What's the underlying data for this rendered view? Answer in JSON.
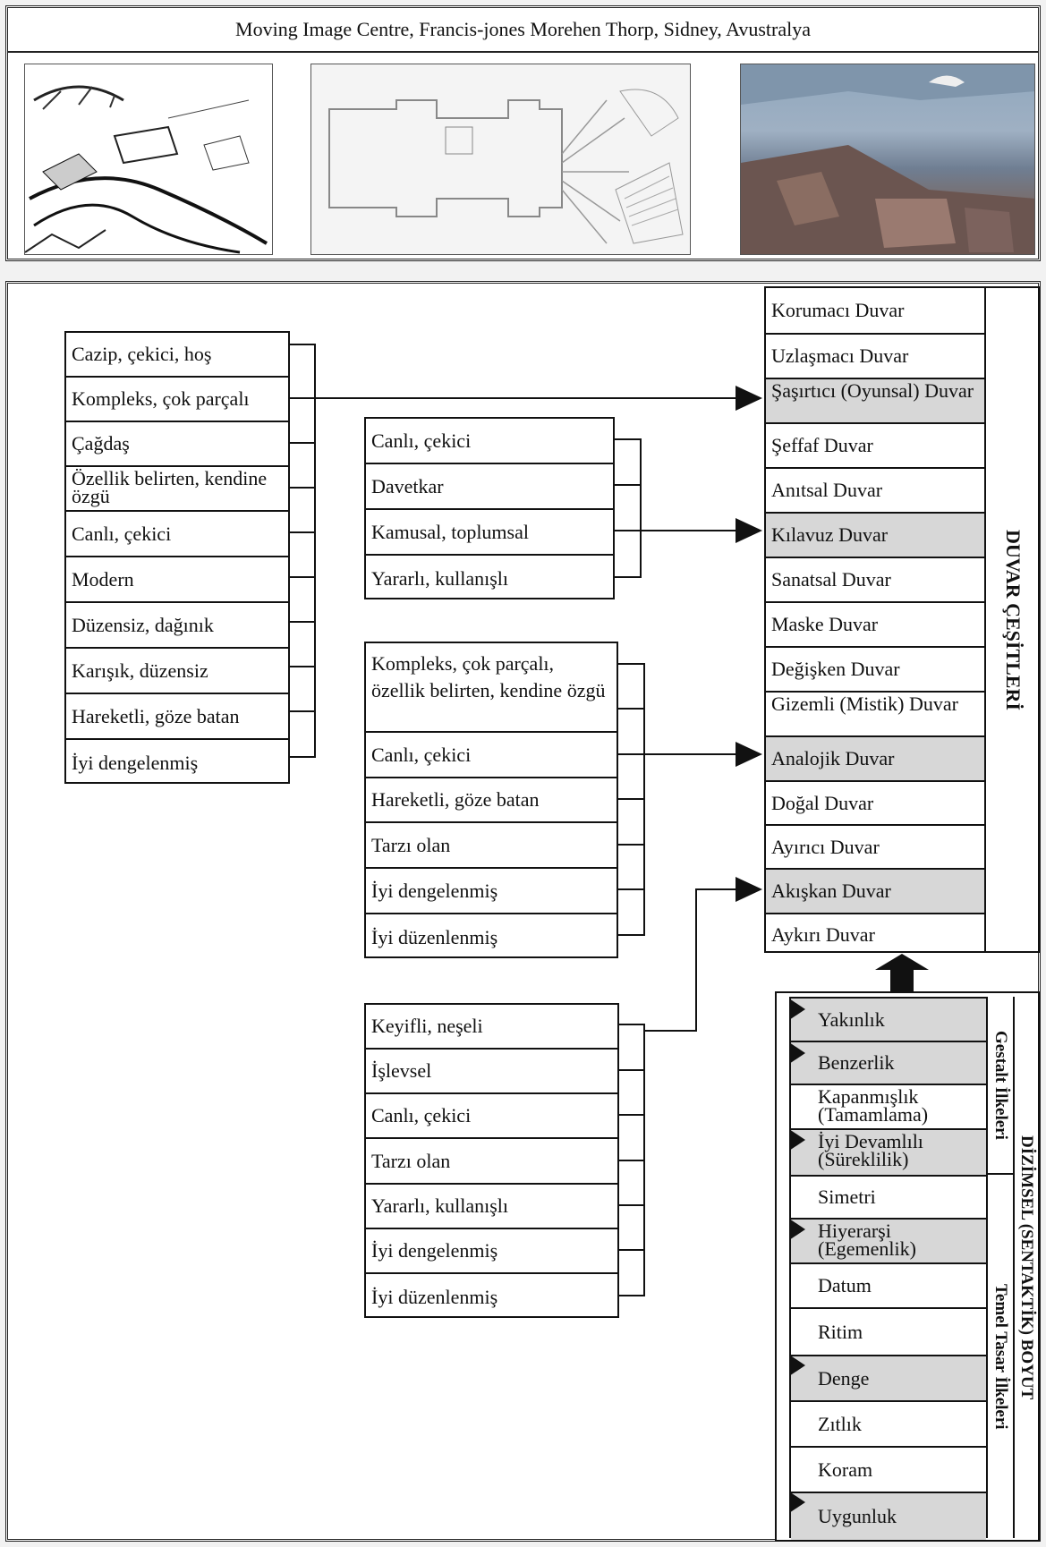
{
  "title": "Moving Image Centre, Francis-jones Morehen Thorp, Sidney, Avustralya",
  "groups": {
    "g1": [
      "Cazip, çekici, hoş",
      "Kompleks, çok parçalı",
      "Çağdaş",
      "Özellik belirten, kendine özgü",
      "Canlı, çekici",
      "Modern",
      "Düzensiz, dağınık",
      "Karışık, düzensiz",
      "Hareketli, göze batan",
      "İyi dengelenmiş"
    ],
    "g2": [
      "Canlı, çekici",
      "Davetkar",
      "Kamusal, toplumsal",
      "Yararlı, kullanışlı"
    ],
    "g3": [
      "Kompleks, çok parçalı, özellik belirten, kendine özgü",
      "Canlı, çekici",
      "Hareketli, göze batan",
      "Tarzı olan",
      "İyi dengelenmiş",
      "İyi düzenlenmiş"
    ],
    "g4": [
      "Keyifli, neşeli",
      "İşlevsel",
      "Canlı, çekici",
      "Tarzı olan",
      "Yararlı, kullanışlı",
      "İyi dengelenmiş",
      "İyi düzenlenmiş"
    ]
  },
  "wall_types": {
    "heading": "DUVAR ÇEŞİTLERİ",
    "items": [
      "Korumacı Duvar",
      "Uzlaşmacı Duvar",
      "Şaşırtıcı (Oyunsal) Duvar",
      "Şeffaf Duvar",
      "Anıtsal Duvar",
      "Kılavuz Duvar",
      "Sanatsal Duvar",
      "Maske Duvar",
      "Değişken Duvar",
      "Gizemli (Mistik) Duvar",
      "Analojik Duvar",
      "Doğal Duvar",
      "Ayırıcı Duvar",
      "Akışkan Duvar",
      "Aykırı Duvar"
    ],
    "highlighted": [
      2,
      5,
      10,
      13
    ]
  },
  "principles": {
    "outer_heading": "DİZİMSEL (SENTAKTİK) BOYUT",
    "gestalt_heading": "Gestalt İlkeleri",
    "design_heading": "Temel Tasar İlkeleri",
    "gestalt": [
      "Yakınlık",
      "Benzerlik",
      "Kapanmışlık (Tamamlama)",
      "İyi Devamlılı (Süreklilik)"
    ],
    "design": [
      "Simetri",
      "Hiyerarşi (Egemenlik)",
      "Datum",
      "Ritim",
      "Denge",
      "Zıtlık",
      "Koram",
      "Uygunluk"
    ],
    "marked": [
      "Yakınlık",
      "Benzerlik",
      "İyi Devamlılı (Süreklilik)",
      "Hiyerarşi (Egemenlik)",
      "Denge",
      "Uygunluk"
    ]
  }
}
